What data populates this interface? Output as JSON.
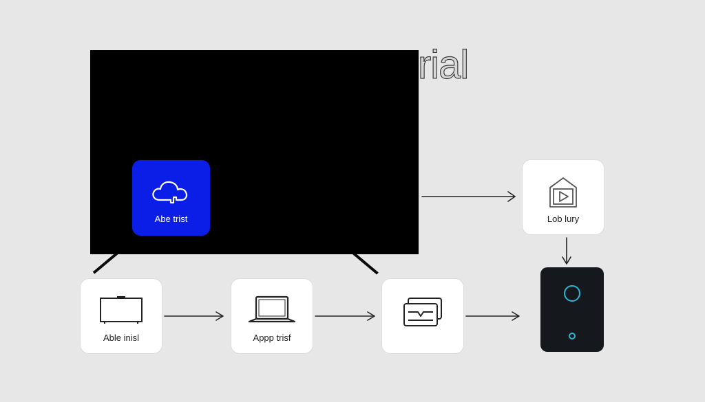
{
  "title": "IPTV Free Trrial",
  "tv_app": {
    "label": "Abe trist",
    "icon": "cloud-icon"
  },
  "cards": {
    "library": {
      "label": "Lob lury",
      "icon": "play-library-icon"
    },
    "tv": {
      "label": "Able inisl",
      "icon": "tv-icon"
    },
    "laptop": {
      "label": "Appp trisf",
      "icon": "laptop-icon"
    },
    "stack": {
      "label": "",
      "icon": "stacked-screens-icon"
    }
  },
  "device": {
    "icon": "streaming-box-icon"
  },
  "colors": {
    "background": "#e7e7e7",
    "tile": "#0b1ee8",
    "accent": "#2ab7d6",
    "device": "#15191d"
  }
}
